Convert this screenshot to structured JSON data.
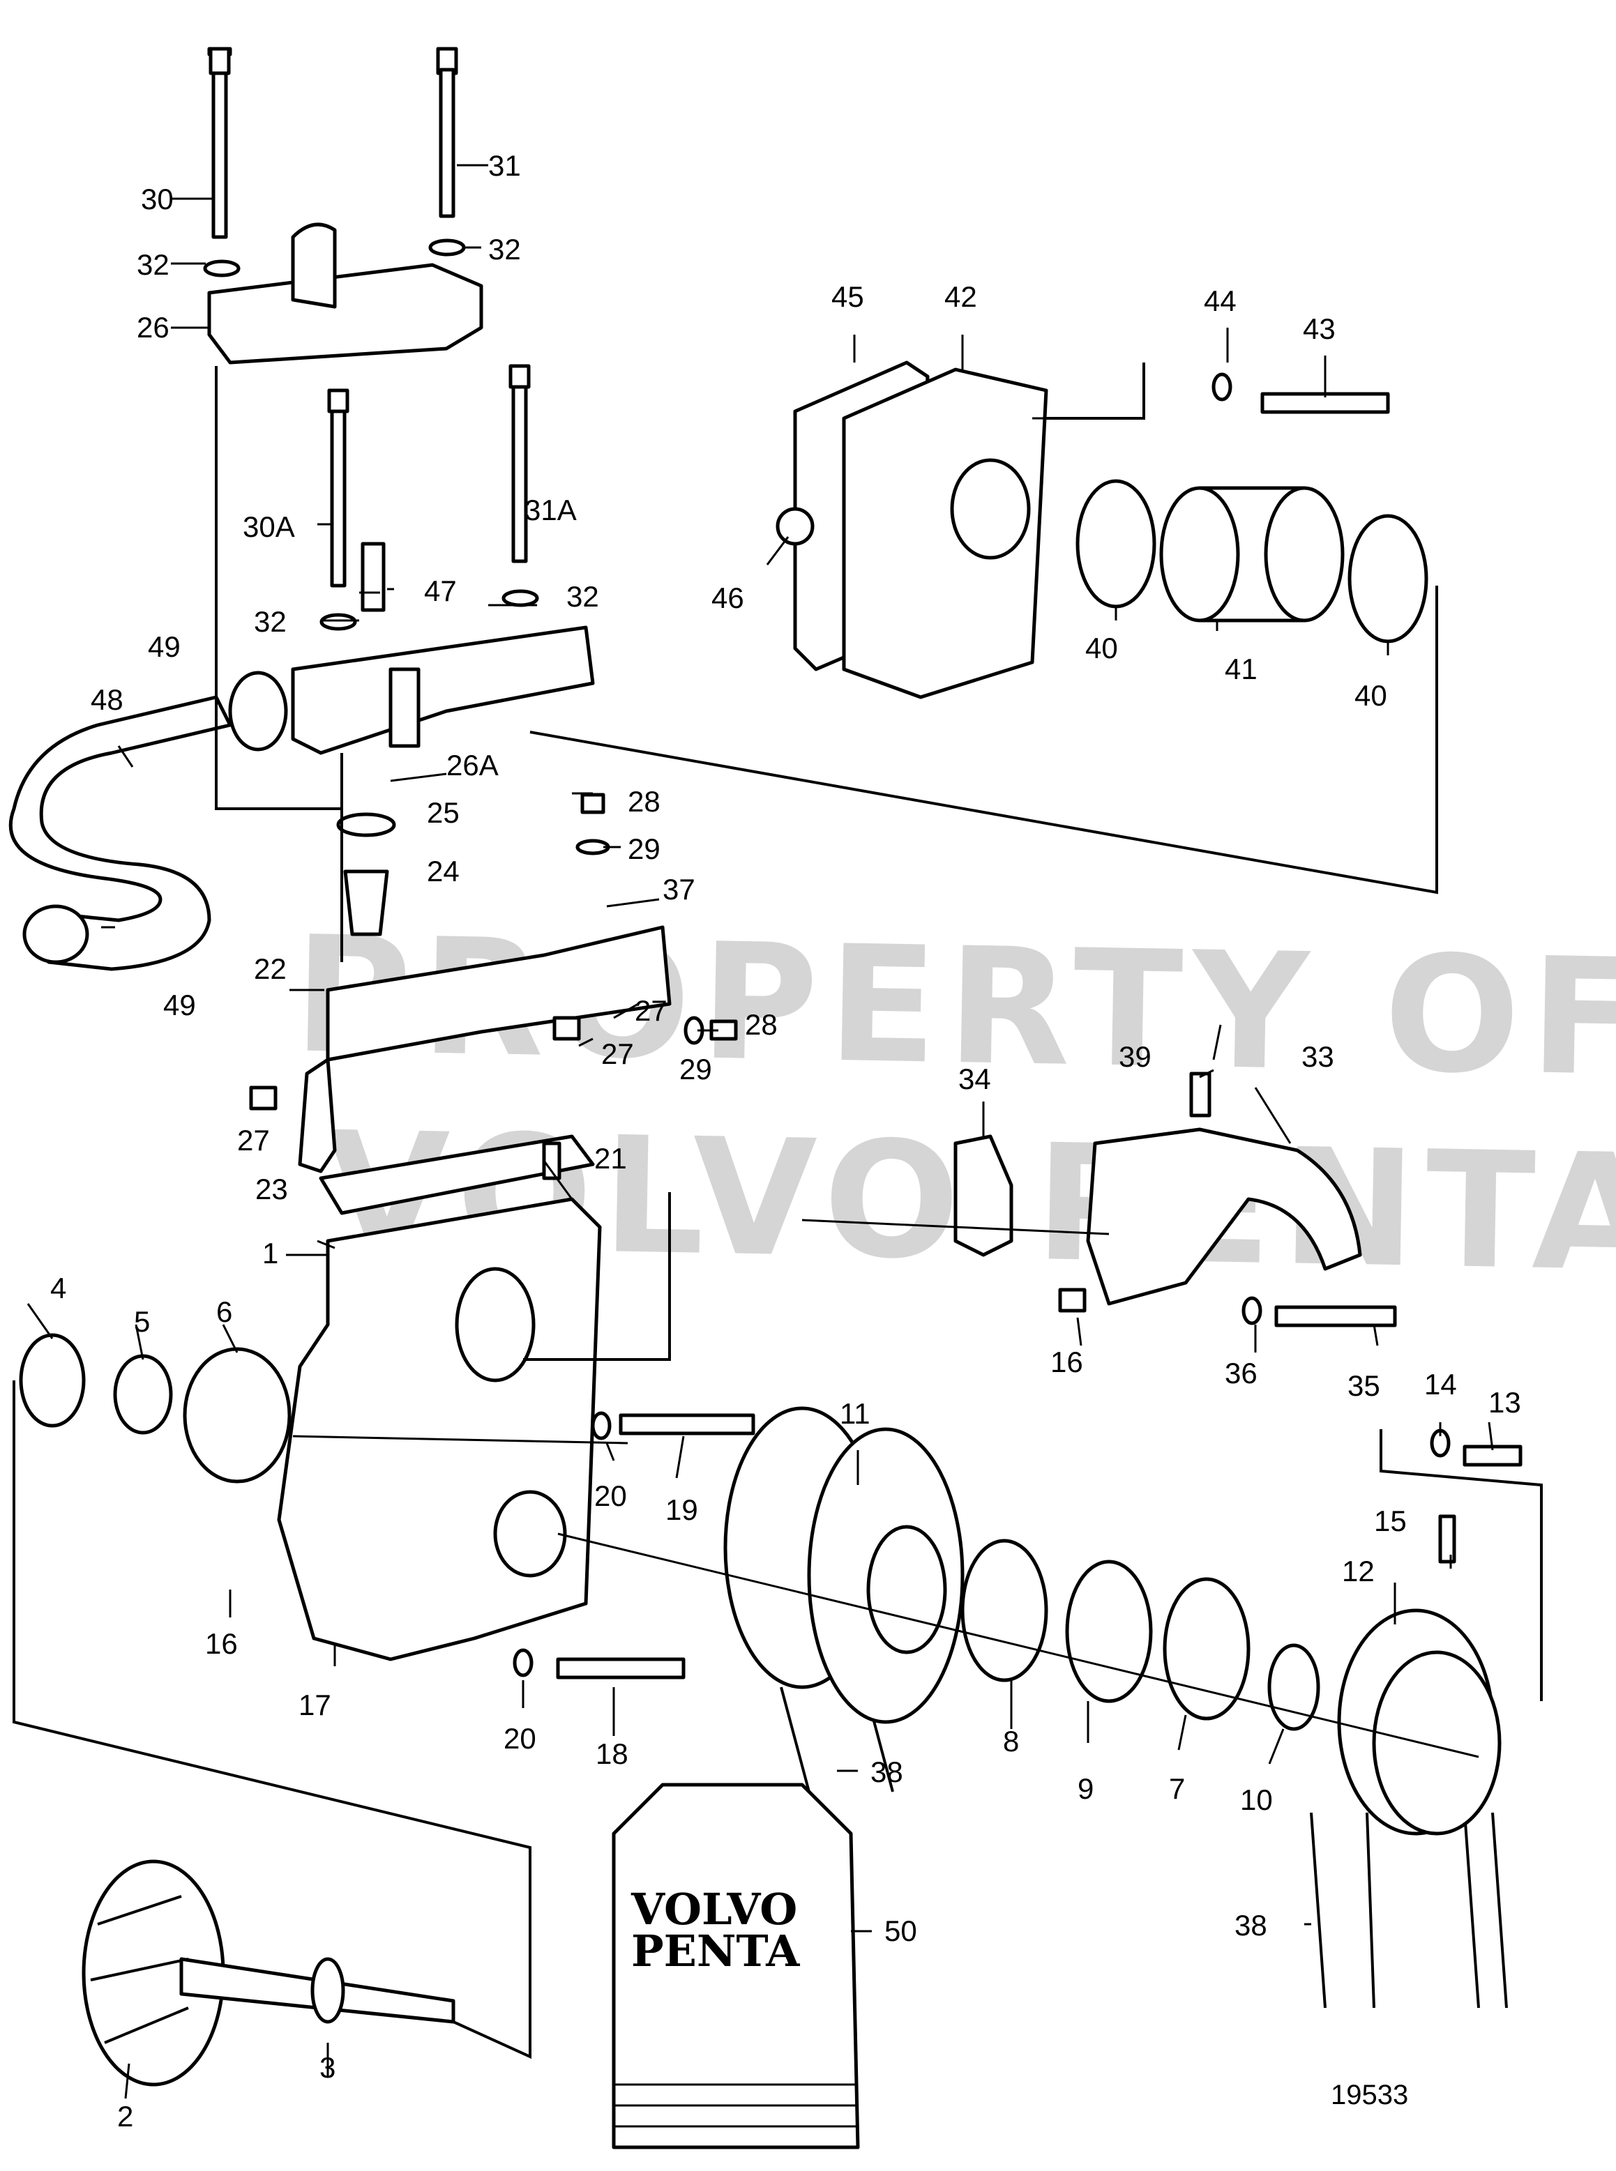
{
  "diagram_id": "19533",
  "watermark": [
    "PROPERTY OF",
    "VOLVO PENTA"
  ],
  "manual_logo": [
    "VOLVO",
    "PENTA"
  ],
  "callouts": [
    {
      "id": "c1",
      "label": "1"
    },
    {
      "id": "c2",
      "label": "2"
    },
    {
      "id": "c3",
      "label": "3"
    },
    {
      "id": "c4",
      "label": "4"
    },
    {
      "id": "c5",
      "label": "5"
    },
    {
      "id": "c6",
      "label": "6"
    },
    {
      "id": "c7",
      "label": "7"
    },
    {
      "id": "c8",
      "label": "8"
    },
    {
      "id": "c9",
      "label": "9"
    },
    {
      "id": "c10",
      "label": "10"
    },
    {
      "id": "c11",
      "label": "11"
    },
    {
      "id": "c12",
      "label": "12"
    },
    {
      "id": "c13",
      "label": "13"
    },
    {
      "id": "c14",
      "label": "14"
    },
    {
      "id": "c15",
      "label": "15"
    },
    {
      "id": "c16a",
      "label": "16"
    },
    {
      "id": "c16b",
      "label": "16"
    },
    {
      "id": "c17",
      "label": "17"
    },
    {
      "id": "c18",
      "label": "18"
    },
    {
      "id": "c19",
      "label": "19"
    },
    {
      "id": "c20a",
      "label": "20"
    },
    {
      "id": "c20b",
      "label": "20"
    },
    {
      "id": "c21",
      "label": "21"
    },
    {
      "id": "c22",
      "label": "22"
    },
    {
      "id": "c23",
      "label": "23"
    },
    {
      "id": "c24",
      "label": "24"
    },
    {
      "id": "c25",
      "label": "25"
    },
    {
      "id": "c26",
      "label": "26"
    },
    {
      "id": "c26a",
      "label": "26A"
    },
    {
      "id": "c27a",
      "label": "27"
    },
    {
      "id": "c27b",
      "label": "27"
    },
    {
      "id": "c27c",
      "label": "27"
    },
    {
      "id": "c28a",
      "label": "28"
    },
    {
      "id": "c28b",
      "label": "28"
    },
    {
      "id": "c29a",
      "label": "29"
    },
    {
      "id": "c29b",
      "label": "29"
    },
    {
      "id": "c30",
      "label": "30"
    },
    {
      "id": "c30a",
      "label": "30A"
    },
    {
      "id": "c31",
      "label": "31"
    },
    {
      "id": "c31a",
      "label": "31A"
    },
    {
      "id": "c32a",
      "label": "32"
    },
    {
      "id": "c32b",
      "label": "32"
    },
    {
      "id": "c32c",
      "label": "32"
    },
    {
      "id": "c32d",
      "label": "32"
    },
    {
      "id": "c33",
      "label": "33"
    },
    {
      "id": "c34",
      "label": "34"
    },
    {
      "id": "c35",
      "label": "35"
    },
    {
      "id": "c36",
      "label": "36"
    },
    {
      "id": "c37",
      "label": "37"
    },
    {
      "id": "c38a",
      "label": "38"
    },
    {
      "id": "c38b",
      "label": "38"
    },
    {
      "id": "c39",
      "label": "39"
    },
    {
      "id": "c40a",
      "label": "40"
    },
    {
      "id": "c40b",
      "label": "40"
    },
    {
      "id": "c41",
      "label": "41"
    },
    {
      "id": "c42",
      "label": "42"
    },
    {
      "id": "c43",
      "label": "43"
    },
    {
      "id": "c44",
      "label": "44"
    },
    {
      "id": "c45",
      "label": "45"
    },
    {
      "id": "c46",
      "label": "46"
    },
    {
      "id": "c47",
      "label": "47"
    },
    {
      "id": "c48",
      "label": "48"
    },
    {
      "id": "c49a",
      "label": "49"
    },
    {
      "id": "c49b",
      "label": "49"
    },
    {
      "id": "c50",
      "label": "50"
    }
  ]
}
